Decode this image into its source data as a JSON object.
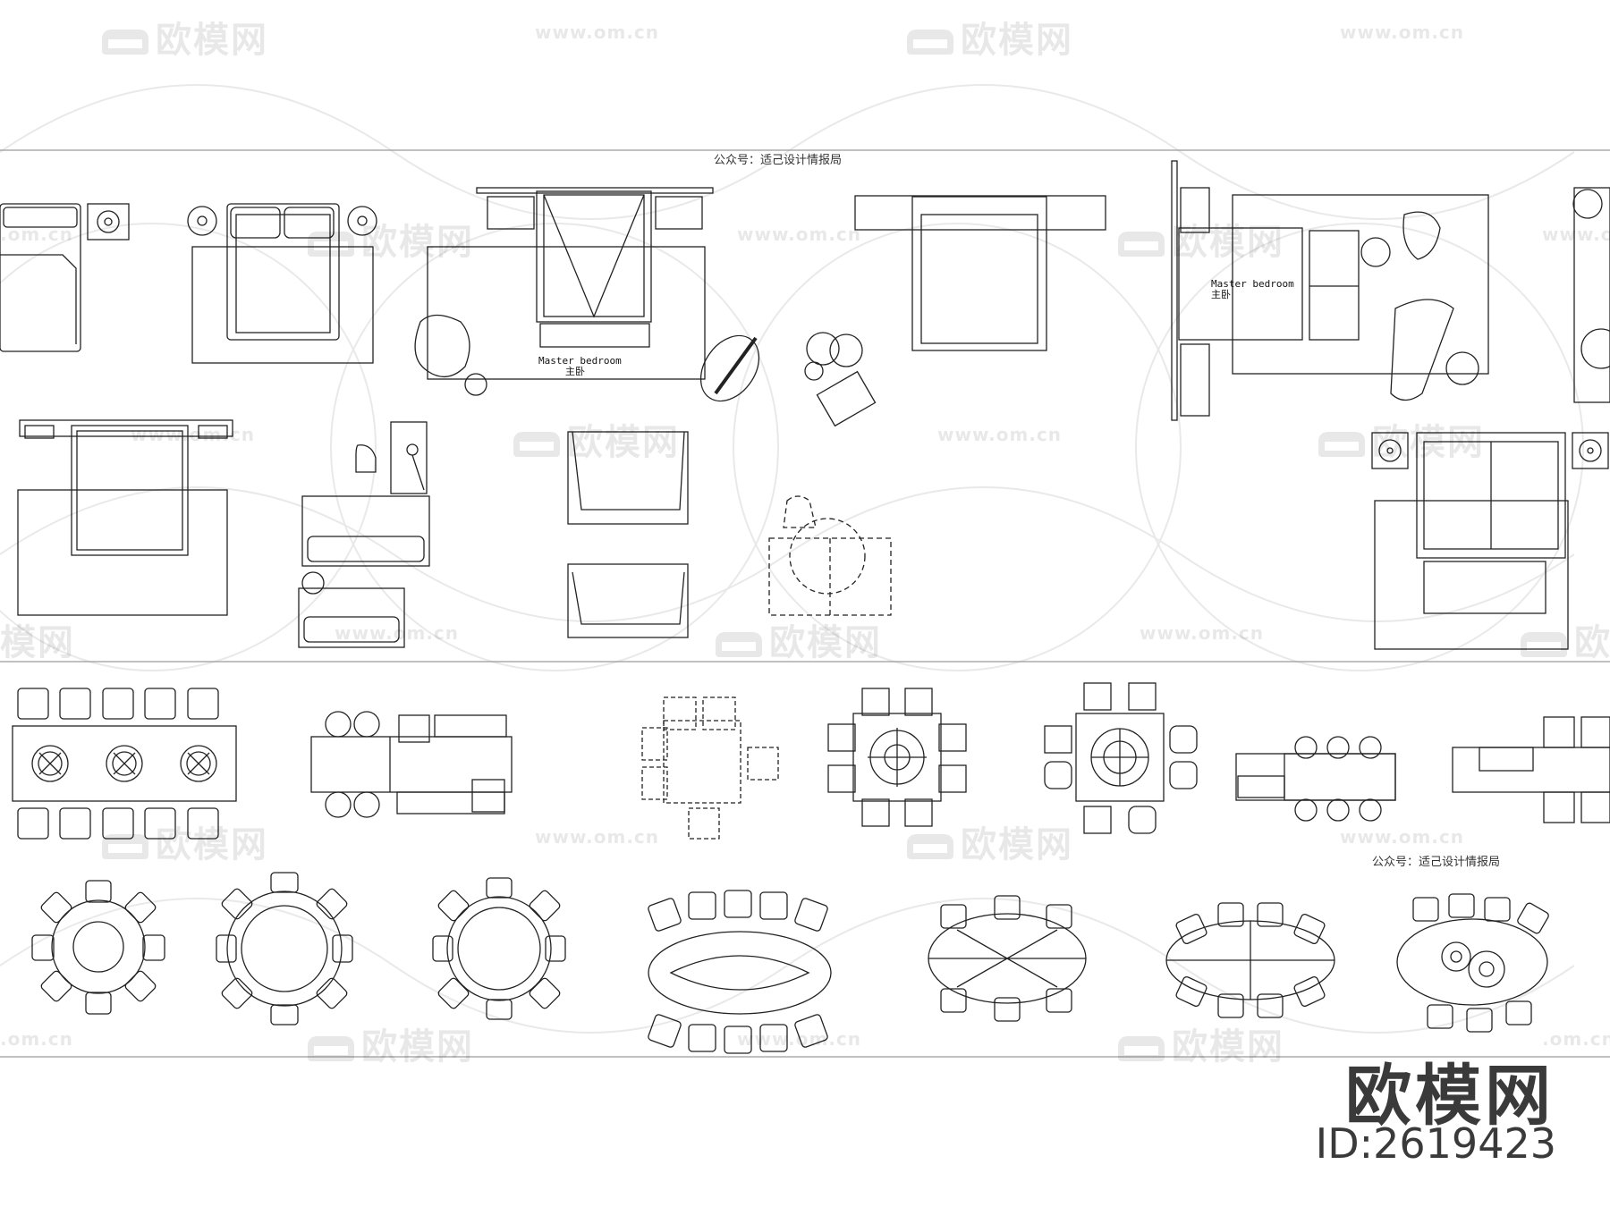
{
  "captions": {
    "top": "公众号：适己设计情报局",
    "bottom": "公众号：适己设计情报局"
  },
  "room_labels": {
    "label_1_en": "Master bedroom",
    "label_1_cn": "主卧",
    "label_2_en": "Master bedroom",
    "label_2_cn": "主卧"
  },
  "watermark": {
    "logo_text": "欧模网",
    "url_text": "www.om.cn",
    "url_short": ".om.cn",
    "logo_partial": "模网"
  },
  "brand": {
    "name": "欧模网",
    "id": "ID:2619423"
  },
  "colors": {
    "line": "#222222",
    "frame": "#9a9a9a",
    "watermark": "#e6e6e6"
  }
}
